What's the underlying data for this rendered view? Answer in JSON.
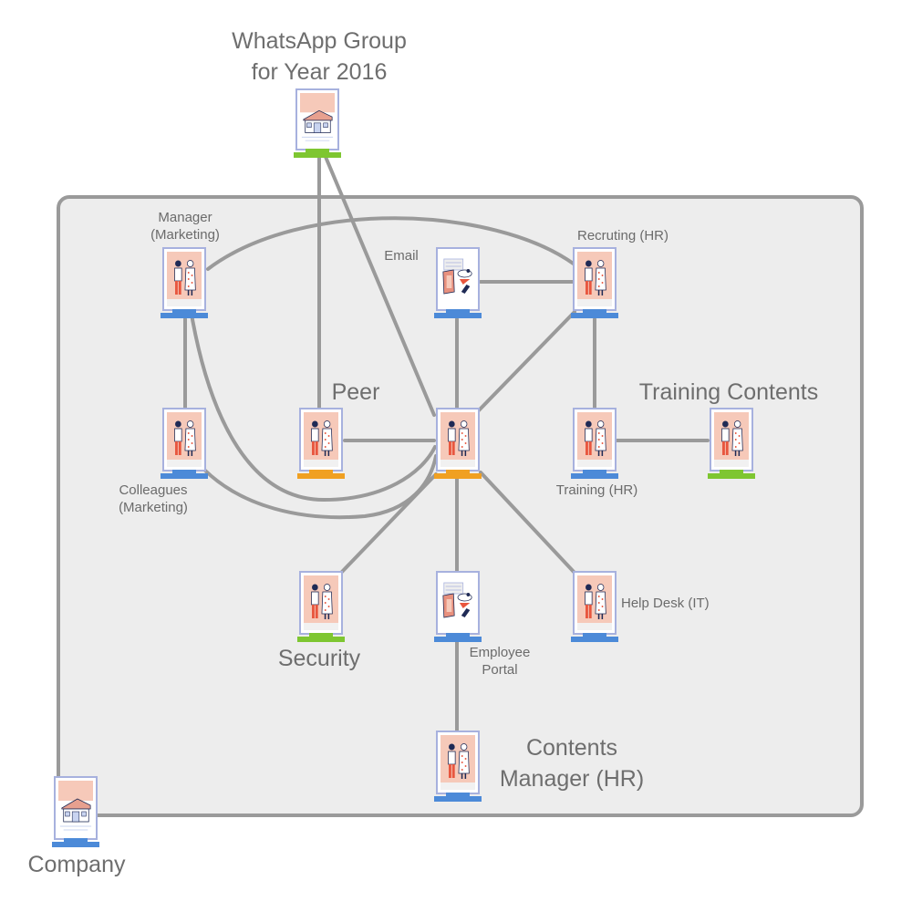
{
  "nodes": {
    "whatsapp": {
      "label_1": "WhatsApp Group",
      "label_2": "for Year 2016",
      "icon": "house-icon",
      "base_color": "#7ec631"
    },
    "manager": {
      "label_1": "Manager",
      "label_2": "(Marketing)",
      "icon": "people-icon",
      "base_color": "#4c8ad8"
    },
    "email": {
      "label": "Email",
      "icon": "documents-icon",
      "base_color": "#4c8ad8"
    },
    "recruiting": {
      "label": "Recruting (HR)",
      "icon": "people-icon",
      "base_color": "#4c8ad8"
    },
    "colleagues": {
      "label_1": "Colleagues",
      "label_2": "(Marketing)",
      "icon": "people-icon",
      "base_color": "#4c8ad8"
    },
    "peer": {
      "label": "Peer",
      "icon": "people-icon",
      "base_color": "#f0a022"
    },
    "center": {
      "icon": "people-icon",
      "base_color": "#f0a022"
    },
    "training": {
      "label": "Training (HR)",
      "icon": "people-icon",
      "base_color": "#4c8ad8"
    },
    "training_contents": {
      "label": "Training Contents",
      "icon": "people-icon",
      "base_color": "#7ec631"
    },
    "security": {
      "label": "Security",
      "icon": "people-icon",
      "base_color": "#7ec631"
    },
    "employee_portal": {
      "label_1": "Employee",
      "label_2": "Portal",
      "icon": "documents-icon",
      "base_color": "#4c8ad8"
    },
    "helpdesk": {
      "label": "Help Desk (IT)",
      "icon": "people-icon",
      "base_color": "#4c8ad8"
    },
    "contents_manager": {
      "label_1": "Contents",
      "label_2": "Manager (HR)",
      "icon": "people-icon",
      "base_color": "#4c8ad8"
    },
    "company": {
      "label": "Company",
      "icon": "house-icon",
      "base_color": "#4c8ad8"
    }
  },
  "colors": {
    "edge": "#9a9a9a",
    "boundary_fill": "#ededed",
    "boundary_stroke": "#9a9a9a",
    "card_border": "#a7b1de",
    "people_bg": "#f6c9b9"
  }
}
